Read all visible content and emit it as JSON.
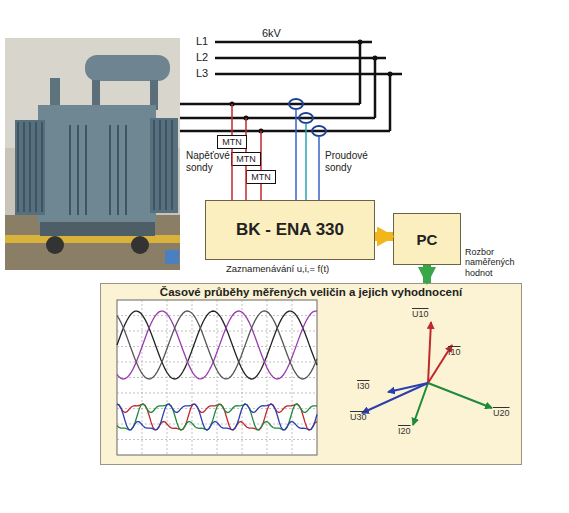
{
  "diagram": {
    "nodes": [
      {
        "text": [
          "MTN"
        ]
      },
      {
        "text": [
          "MTN"
        ]
      },
      {
        "text": [
          "MTN"
        ]
      },
      {
        "text": [
          "BK - ENA 330"
        ]
      },
      {
        "text": [
          "PC"
        ]
      },
      {
        "text": [
          "Časové průběhy měřených veličin a jejich vyhodnocení"
        ]
      }
    ],
    "edges": [
      {
        "from": 0,
        "to": 3,
        "arrow": "none"
      },
      {
        "from": 1,
        "to": 3,
        "arrow": "none"
      },
      {
        "from": 2,
        "to": 3,
        "arrow": "none"
      },
      {
        "from": 3,
        "to": 4,
        "arrow": "to"
      },
      {
        "from": 4,
        "to": 5,
        "arrow": "to"
      }
    ],
    "labels": [
      "6kV",
      "L1",
      "L2",
      "L3",
      "Napěťové sondy",
      "Proudové sondy",
      "Zaznamenávání u,i,= f(t)",
      "Rozbor naměřených hodnot",
      "U10",
      "I10",
      "U20",
      "I20",
      "U30",
      "I30"
    ]
  }
}
